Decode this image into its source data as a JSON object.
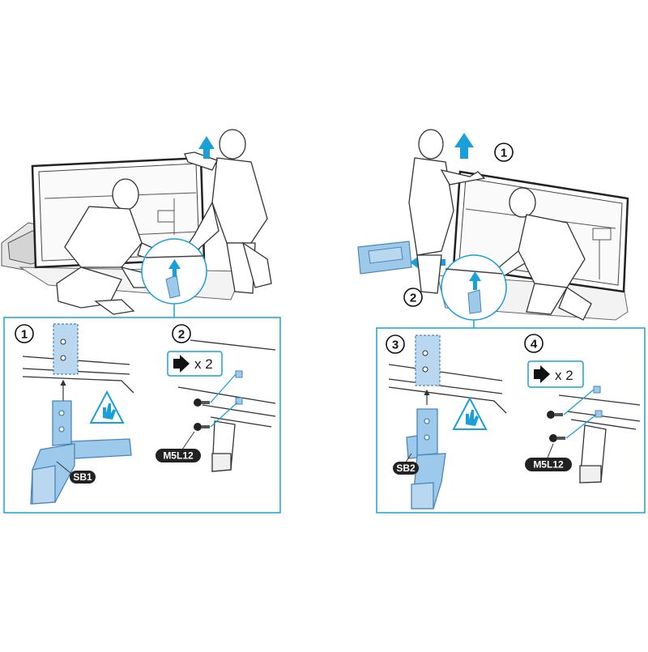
{
  "colors": {
    "accent": "#1aa0d8",
    "part_fill": "#9dc9ea",
    "part_stroke": "#4a86b8",
    "line": "#333333",
    "tag_bg": "#222222"
  },
  "steps": {
    "s1": "1",
    "s2": "2",
    "s3": "3",
    "s4": "4",
    "r1": "1",
    "r2": "2"
  },
  "labels": {
    "sb1": "SB1",
    "sb2": "SB2",
    "screw_left": "M5L12",
    "screw_right": "M5L12",
    "count_left": "x 2",
    "count_right": "x 2"
  },
  "icons": {
    "careful_left": "careful-hand-warning-icon",
    "careful_right": "careful-hand-warning-icon",
    "arrow": "arrow-right-icon"
  }
}
